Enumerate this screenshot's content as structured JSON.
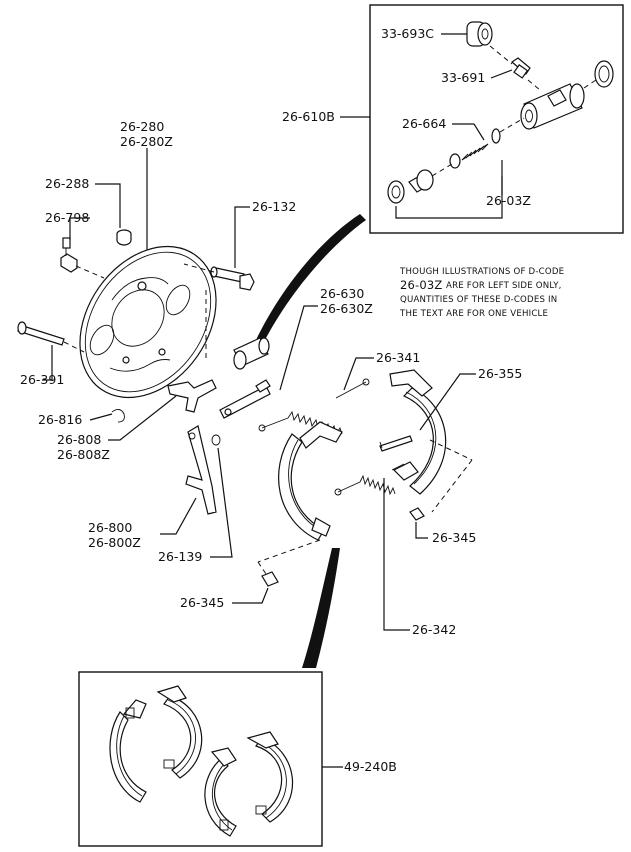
{
  "callouts": {
    "c_33693c": "33-693C",
    "c_33691": "33-691",
    "c_26610b": "26-610B",
    "c_26664": "26-664",
    "c_2603z": "26-03Z",
    "c_26280": "26-280",
    "c_26280z": "26-280Z",
    "c_26288": "26-288",
    "c_26798": "26-798",
    "c_26132": "26-132",
    "c_26630": "26-630",
    "c_26630z": "26-630Z",
    "c_26391": "26-391",
    "c_26341": "26-341",
    "c_26355": "26-355",
    "c_26816": "26-816",
    "c_26808": "26-808",
    "c_26808z": "26-808Z",
    "c_26800": "26-800",
    "c_26800z": "26-800Z",
    "c_26139": "26-139",
    "c_26345a": "26-345",
    "c_26345b": "26-345",
    "c_26342": "26-342",
    "c_49240b": "49-240B"
  },
  "note": {
    "line1": "THOUGH ILLUSTRATIONS OF D-CODE",
    "line2_code": "26-03Z",
    "line2_rest": "ARE FOR LEFT SIDE ONLY,",
    "line3": "QUANTITIES OF THESE D-CODES IN",
    "line4": "THE TEXT ARE FOR ONE VEHICLE"
  }
}
